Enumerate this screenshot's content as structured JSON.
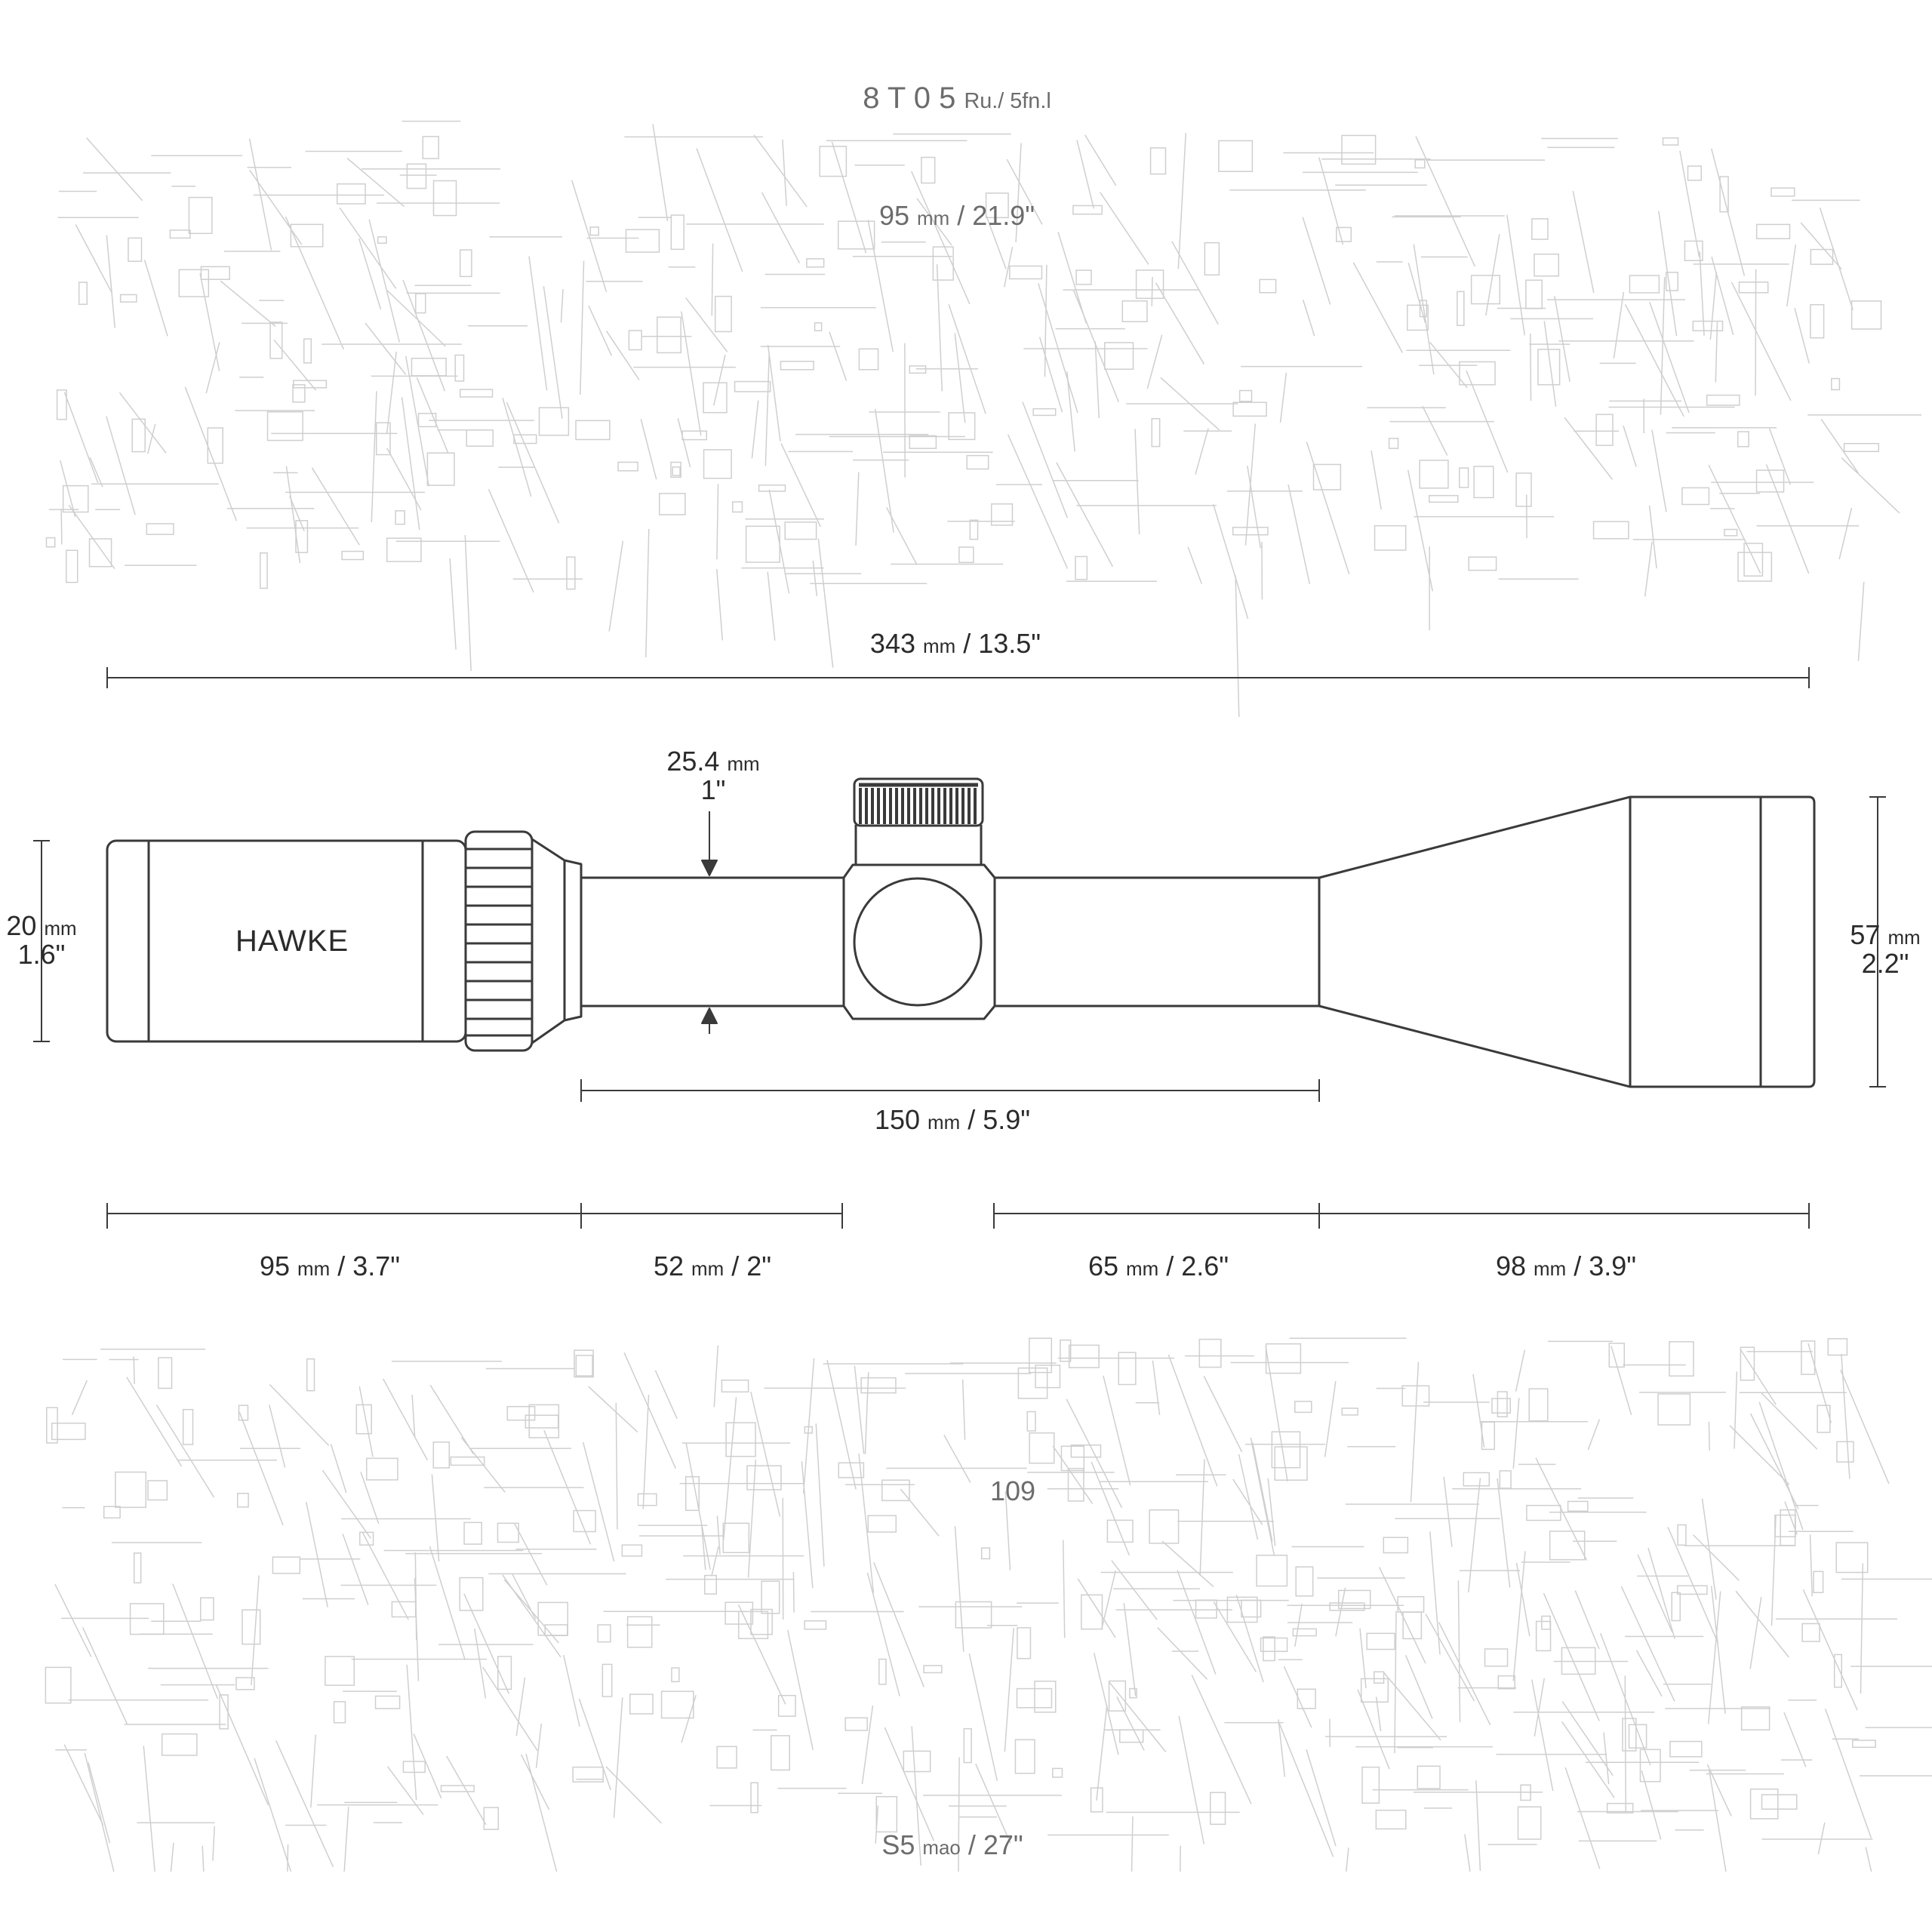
{
  "brand": {
    "logo_text": "HAWKE"
  },
  "colors": {
    "line": "#3a3a3a",
    "faint_line": "#cfcfcf",
    "ink": "#2b2b2b"
  },
  "dimensions": {
    "overall_length": {
      "value": "343",
      "unit": "mm",
      "imperial": "/ 13.5\""
    },
    "tube_diameter": {
      "value": "25.4",
      "unit": "mm",
      "imperial": "1\""
    },
    "eyepiece_diameter": {
      "value": "20",
      "unit": "mm",
      "imperial": "1.6\""
    },
    "objective_diameter": {
      "value": "57",
      "unit": "mm",
      "imperial": "2.2\""
    },
    "mounting_length": {
      "value": "150",
      "unit": "mm",
      "imperial": "/ 5.9\""
    },
    "segments": [
      {
        "value": "95",
        "unit": "mm",
        "imperial": "/ 3.7\""
      },
      {
        "value": "52",
        "unit": "mm",
        "imperial": "/ 2\""
      },
      {
        "value": "65",
        "unit": "mm",
        "imperial": "/ 2.6\""
      },
      {
        "value": "98",
        "unit": "mm",
        "imperial": "/ 3.9\""
      }
    ]
  },
  "ghost_labels": {
    "top_title": {
      "value": "8 T 0 5",
      "unit": "Ru./ 5fn.l"
    },
    "top_dim": {
      "value": "95",
      "unit": "mm",
      "imperial": "/ 21.9\""
    },
    "bottom_dim": {
      "value": "S5",
      "unit": "mao",
      "imperial": "/ 27\""
    },
    "bottom_mid_number": "109"
  }
}
